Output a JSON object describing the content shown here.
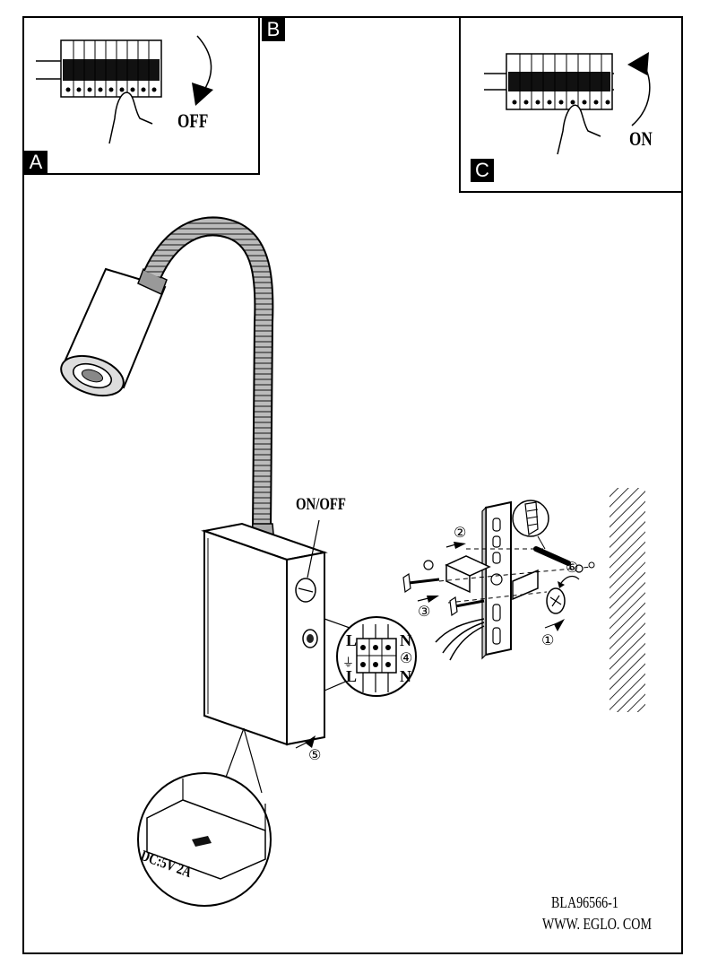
{
  "panels": {
    "a_label": "A",
    "b_label": "B",
    "c_label": "C",
    "off_text": "OFF",
    "on_text": "ON"
  },
  "lamp": {
    "switch_label": "ON/OFF",
    "dc_label": "DC:5V 2A"
  },
  "terminal": {
    "l_top": "L",
    "n_top": "N",
    "l_bottom": "L",
    "n_bottom": "N",
    "ground_symbol": "⏚"
  },
  "steps": {
    "s1": "①",
    "s2": "②",
    "s3": "③",
    "s4": "④",
    "s5": "⑤",
    "s6": "⑥"
  },
  "footer": {
    "code": "BLA96566-1",
    "website": "WWW. EGLO. COM"
  }
}
